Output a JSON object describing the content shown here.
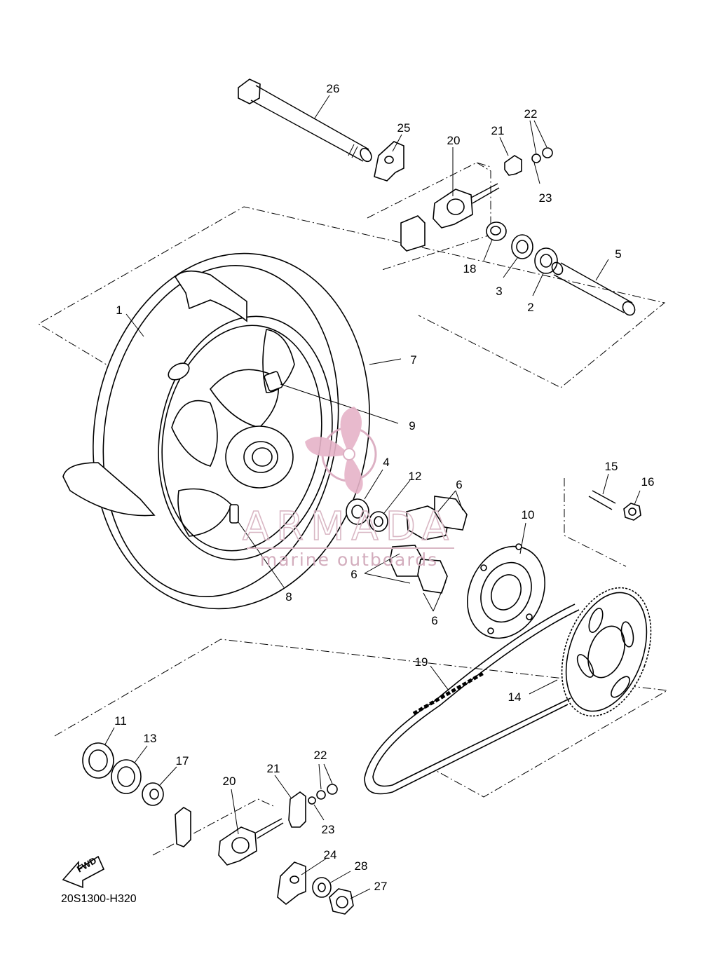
{
  "diagram_code": "20S1300-H320",
  "fwd_label": "FWD",
  "watermark": {
    "brand": "ARMADA",
    "tagline": "marine outboards",
    "accent_color": "#e6b3c8"
  },
  "part_labels": [
    {
      "id": "26",
      "text": "26"
    },
    {
      "id": "25",
      "text": "25"
    },
    {
      "id": "20-top",
      "text": "20"
    },
    {
      "id": "21-top",
      "text": "21"
    },
    {
      "id": "22-top",
      "text": "22"
    },
    {
      "id": "23-top",
      "text": "23"
    },
    {
      "id": "18",
      "text": "18"
    },
    {
      "id": "3",
      "text": "3"
    },
    {
      "id": "2",
      "text": "2"
    },
    {
      "id": "5",
      "text": "5"
    },
    {
      "id": "1",
      "text": "1"
    },
    {
      "id": "7",
      "text": "7"
    },
    {
      "id": "9",
      "text": "9"
    },
    {
      "id": "4",
      "text": "4"
    },
    {
      "id": "12",
      "text": "12"
    },
    {
      "id": "6-a",
      "text": "6"
    },
    {
      "id": "6-b",
      "text": "6"
    },
    {
      "id": "6-c",
      "text": "6"
    },
    {
      "id": "10",
      "text": "10"
    },
    {
      "id": "15",
      "text": "15"
    },
    {
      "id": "16",
      "text": "16"
    },
    {
      "id": "8",
      "text": "8"
    },
    {
      "id": "19",
      "text": "19"
    },
    {
      "id": "14",
      "text": "14"
    },
    {
      "id": "11",
      "text": "11"
    },
    {
      "id": "13",
      "text": "13"
    },
    {
      "id": "17",
      "text": "17"
    },
    {
      "id": "20-bottom",
      "text": "20"
    },
    {
      "id": "21-bottom",
      "text": "21"
    },
    {
      "id": "22-bottom",
      "text": "22"
    },
    {
      "id": "23-bottom",
      "text": "23"
    },
    {
      "id": "24",
      "text": "24"
    },
    {
      "id": "28",
      "text": "28"
    },
    {
      "id": "27",
      "text": "27"
    }
  ]
}
